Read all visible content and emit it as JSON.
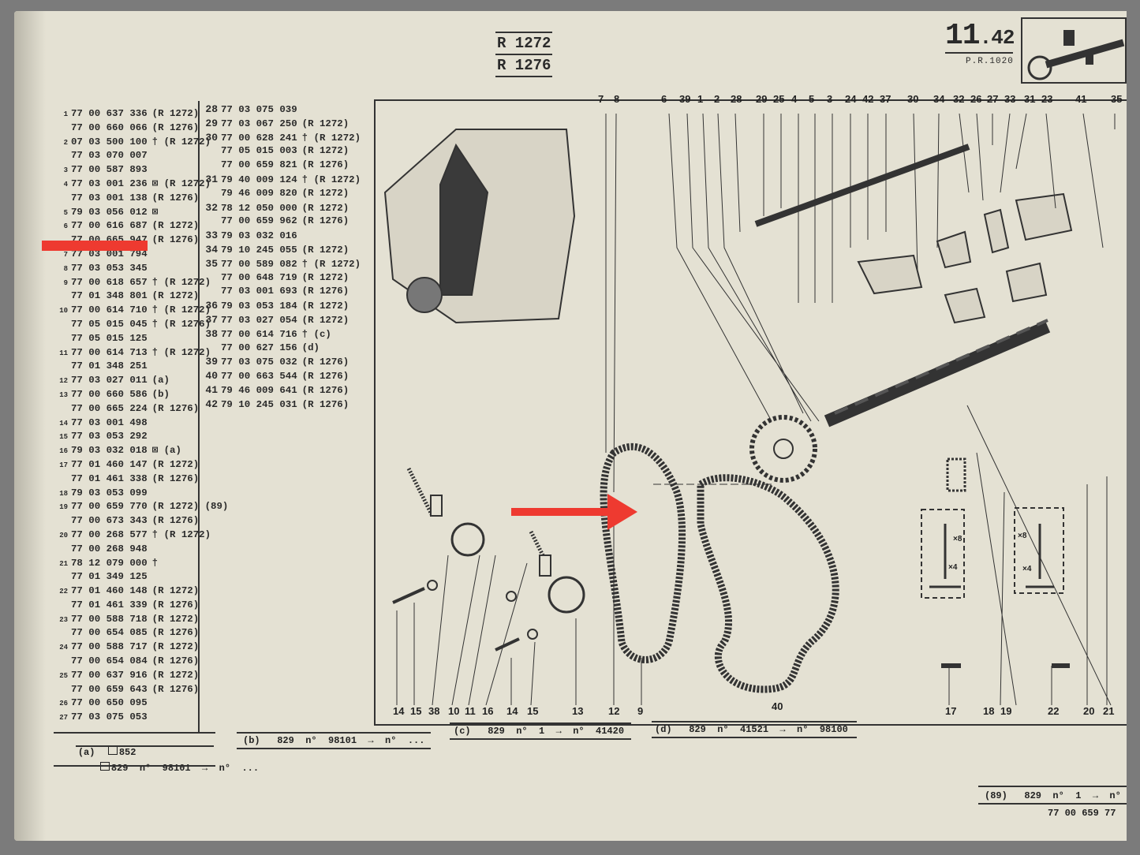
{
  "header": {
    "models": [
      "R 1272",
      "R 1276"
    ],
    "section_major": "11",
    "section_minor": ".42",
    "pr_ref": "P.R.1020"
  },
  "parts_col1": [
    {
      "n": "1",
      "pn": "77 00 637 336",
      "note": "(R 1272)"
    },
    {
      "n": "",
      "pn": "77 00 660 066",
      "note": "(R 1276)"
    },
    {
      "n": "2",
      "pn": "07 03 500 100",
      "note": "† (R 1272)"
    },
    {
      "n": "",
      "pn": "77 03 070 007",
      "note": ""
    },
    {
      "n": "3",
      "pn": "77 00 587 893",
      "note": ""
    },
    {
      "n": "4",
      "pn": "77 03 001 236",
      "note": "⊠ (R 1272)"
    },
    {
      "n": "",
      "pn": "77 03 001 138",
      "note": "(R 1276)"
    },
    {
      "n": "5",
      "pn": "79 03 056 012",
      "note": "⊠"
    },
    {
      "n": "6",
      "pn": "77 00 616 687",
      "note": "(R 1272)"
    },
    {
      "n": "",
      "pn": "77 00 665 947",
      "note": "(R 1276)"
    },
    {
      "n": "7",
      "pn": "77 03 001 794",
      "note": ""
    },
    {
      "n": "8",
      "pn": "77 03 053 345",
      "note": ""
    },
    {
      "n": "9",
      "pn": "77 00 618 657",
      "note": "† (R 1272)"
    },
    {
      "n": "",
      "pn": "77 01 348 801",
      "note": "(R 1272)"
    },
    {
      "n": "10",
      "pn": "77 00 614 710",
      "note": "† (R 1272)"
    },
    {
      "n": "",
      "pn": "77 05 015 045",
      "note": "† (R 1276)"
    },
    {
      "n": "",
      "pn": "77 05 015 125",
      "note": ""
    },
    {
      "n": "11",
      "pn": "77 00 614 713",
      "note": "† (R 1272)"
    },
    {
      "n": "",
      "pn": "77 01 348 251",
      "note": ""
    },
    {
      "n": "12",
      "pn": "77 03 027 011",
      "note": "(a)"
    },
    {
      "n": "13",
      "pn": "77 00 660 586",
      "note": "(b)"
    },
    {
      "n": "",
      "pn": "77 00 665 224",
      "note": "(R 1276)"
    },
    {
      "n": "14",
      "pn": "77 03 001 498",
      "note": ""
    },
    {
      "n": "15",
      "pn": "77 03 053 292",
      "note": ""
    },
    {
      "n": "16",
      "pn": "79 03 032 018",
      "note": "⊠ (a)"
    },
    {
      "n": "17",
      "pn": "77 01 460 147",
      "note": "(R 1272)"
    },
    {
      "n": "",
      "pn": "77 01 461 338",
      "note": "(R 1276)"
    },
    {
      "n": "18",
      "pn": "79 03 053 099",
      "note": ""
    },
    {
      "n": "19",
      "pn": "77 00 659 770",
      "note": "(R 1272) (89)"
    },
    {
      "n": "",
      "pn": "77 00 673 343",
      "note": "(R 1276)"
    },
    {
      "n": "20",
      "pn": "77 00 268 577",
      "note": "† (R 1272)"
    },
    {
      "n": "",
      "pn": "77 00 268 948",
      "note": ""
    },
    {
      "n": "21",
      "pn": "78 12 079 000",
      "note": "†"
    },
    {
      "n": "",
      "pn": "77 01 349 125",
      "note": ""
    },
    {
      "n": "22",
      "pn": "77 01 460 148",
      "note": "(R 1272)"
    },
    {
      "n": "",
      "pn": "77 01 461 339",
      "note": "(R 1276)"
    },
    {
      "n": "23",
      "pn": "77 00 588 718",
      "note": "(R 1272)"
    },
    {
      "n": "",
      "pn": "77 00 654 085",
      "note": "(R 1276)"
    },
    {
      "n": "24",
      "pn": "77 00 588 717",
      "note": "(R 1272)"
    },
    {
      "n": "",
      "pn": "77 00 654 084",
      "note": "(R 1276)"
    },
    {
      "n": "25",
      "pn": "77 00 637 916",
      "note": "(R 1272)"
    },
    {
      "n": "",
      "pn": "77 00 659 643",
      "note": "(R 1276)"
    },
    {
      "n": "26",
      "pn": "77 00 650 095",
      "note": ""
    },
    {
      "n": "27",
      "pn": "77 03 075 053",
      "note": ""
    }
  ],
  "parts_col2": [
    {
      "n": "28",
      "pn": "77 03 075 039",
      "note": ""
    },
    {
      "n": "29",
      "pn": "77 03 067 250",
      "note": "(R 1272)"
    },
    {
      "n": "30",
      "pn": "77 00 628 241",
      "note": "† (R 1272)"
    },
    {
      "n": "",
      "pn": "77 05 015 003",
      "note": "(R 1272)"
    },
    {
      "n": "",
      "pn": "77 00 659 821",
      "note": "(R 1276)"
    },
    {
      "n": "31",
      "pn": "79 40 009 124",
      "note": "† (R 1272)"
    },
    {
      "n": "",
      "pn": "79 46 009 820",
      "note": "(R 1272)"
    },
    {
      "n": "32",
      "pn": "78 12 050 000",
      "note": "(R 1272)"
    },
    {
      "n": "",
      "pn": "77 00 659 962",
      "note": "(R 1276)"
    },
    {
      "n": "33",
      "pn": "79 03 032 016",
      "note": ""
    },
    {
      "n": "34",
      "pn": "79 10 245 055",
      "note": "(R 1272)"
    },
    {
      "n": "35",
      "pn": "77 00 589 082",
      "note": "† (R 1272)"
    },
    {
      "n": "",
      "pn": "77 00 648 719",
      "note": "(R 1272)"
    },
    {
      "n": "",
      "pn": "77 03 001 693",
      "note": "(R 1276)"
    },
    {
      "n": "36",
      "pn": "79 03 053 184",
      "note": "(R 1272)"
    },
    {
      "n": "37",
      "pn": "77 03 027 054",
      "note": "(R 1272)"
    },
    {
      "n": "38",
      "pn": "77 00 614 716",
      "note": "† (c)"
    },
    {
      "n": "",
      "pn": "77 00 627 156",
      "note": "(d)"
    },
    {
      "n": "39",
      "pn": "77 03 075 032",
      "note": "(R 1276)"
    },
    {
      "n": "40",
      "pn": "77 00 663 544",
      "note": "(R 1276)"
    },
    {
      "n": "41",
      "pn": "79 46 009 641",
      "note": "(R 1276)"
    },
    {
      "n": "42",
      "pn": "79 10 245 031",
      "note": "(R 1276)"
    }
  ],
  "callouts_top": [
    "7",
    "8",
    "6",
    "39",
    "1",
    "2",
    "28",
    "29",
    "25",
    "4",
    "5",
    "3",
    "24",
    "42",
    "37",
    "30",
    "34",
    "32",
    "26",
    "27",
    "33",
    "31",
    "23",
    "41",
    "35"
  ],
  "callouts_bottom": [
    "14",
    "15",
    "38",
    "10",
    "11",
    "16",
    "14",
    "15",
    "13",
    "12",
    "9",
    "40",
    "17",
    "18",
    "19",
    "22",
    "20",
    "21"
  ],
  "valve_counts": [
    "×8",
    "×4",
    "×8",
    "×4"
  ],
  "footnotes": {
    "a_label": "(a)",
    "a_line1": "852",
    "a_line2": "829  n°  98101  →  n°  ...",
    "b": "(b)   829  n°  98101  →  n°  ...",
    "c": "(c)   829  n°  1  →  n°  41420",
    "d": "(d)   829  n°  41521  →  n°  98100",
    "e89_line1": "(89)   829  n°  1  →  n°",
    "e89_line2": "77 00 659 77"
  },
  "colors": {
    "paper": "#e4e1d3",
    "ink": "#2a2a2a",
    "highlight": "#ee3a30",
    "background": "#7b7b7b"
  }
}
